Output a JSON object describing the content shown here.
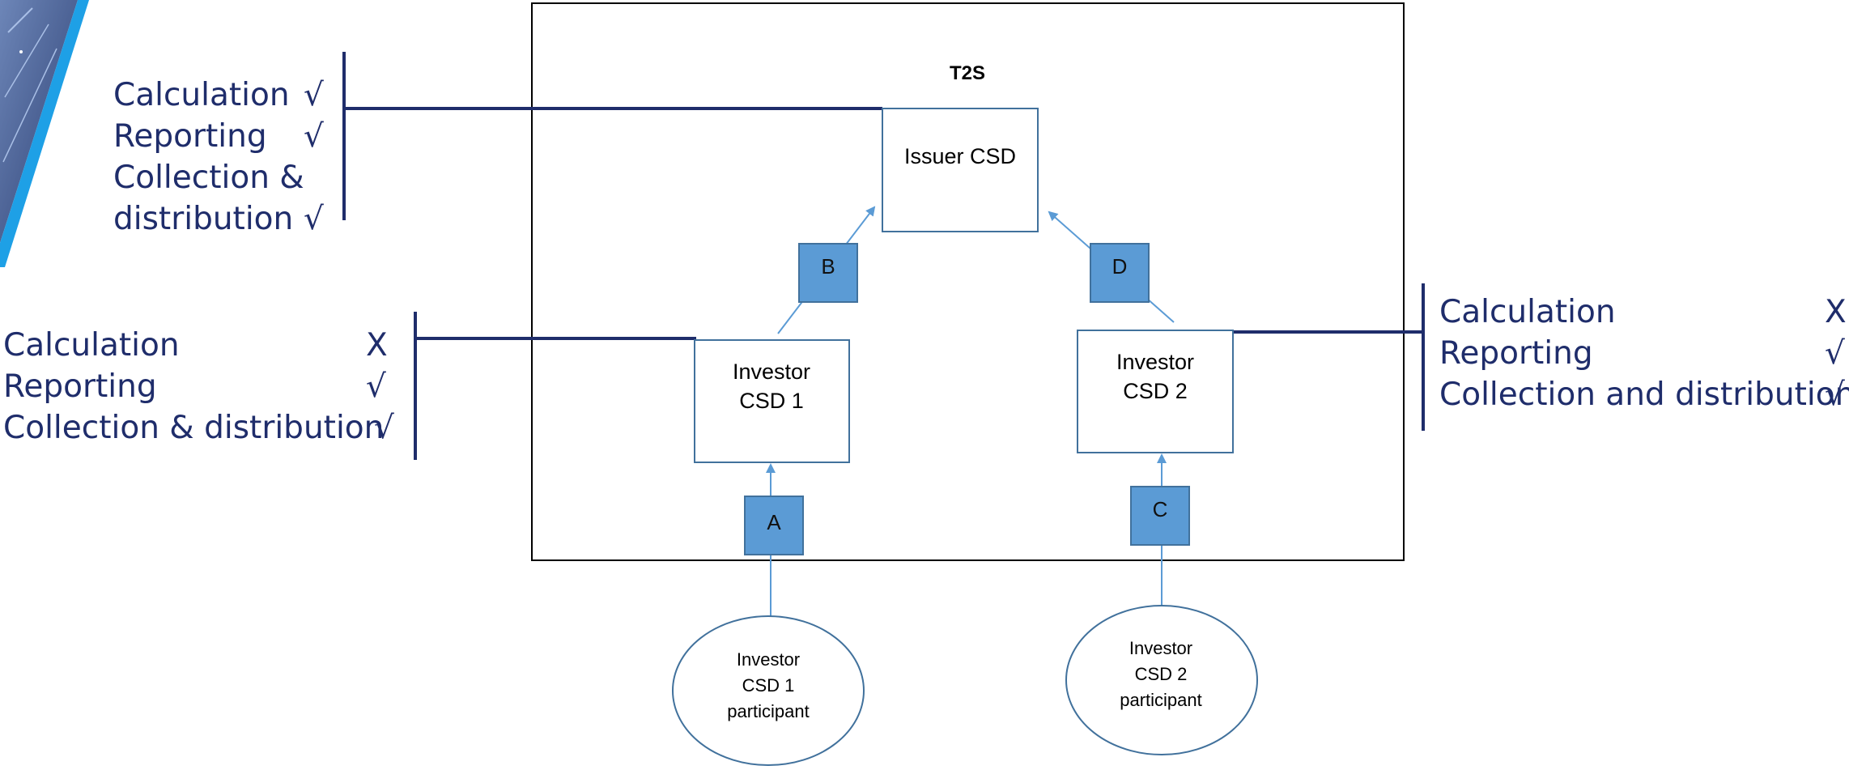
{
  "diagram": {
    "system_title": "T2S",
    "nodes": {
      "issuer_csd": "Issuer CSD",
      "investor_csd_1": [
        "Investor",
        "CSD 1"
      ],
      "investor_csd_2": [
        "Investor",
        "CSD 2"
      ],
      "participant_1": [
        "Investor",
        "CSD 1",
        "participant"
      ],
      "participant_2": [
        "Investor",
        "CSD 2",
        "participant"
      ]
    },
    "links": {
      "a": "A",
      "b": "B",
      "c": "C",
      "d": "D"
    }
  },
  "issuer_roles": [
    {
      "label": "Calculation",
      "mark": "√"
    },
    {
      "label": "Reporting",
      "mark": "√"
    },
    {
      "label": "Collection &",
      "mark": ""
    },
    {
      "label": "distribution",
      "mark": "√"
    }
  ],
  "investor_csd_1_roles": [
    {
      "label": "Calculation",
      "mark": "X"
    },
    {
      "label": "Reporting",
      "mark": "√"
    },
    {
      "label": "Collection & distribution",
      "mark": "√"
    }
  ],
  "investor_csd_2_roles": [
    {
      "label": "Calculation",
      "mark": "X"
    },
    {
      "label": "Reporting",
      "mark": "√"
    },
    {
      "label": "Collection and distribution",
      "mark": "√"
    }
  ],
  "colors": {
    "navy": "#1f2d6b",
    "line_blue": "#5b9bd5",
    "box_border": "#41719c",
    "tag_fill": "#5b9bd5",
    "accent": "#1ea0e6"
  }
}
